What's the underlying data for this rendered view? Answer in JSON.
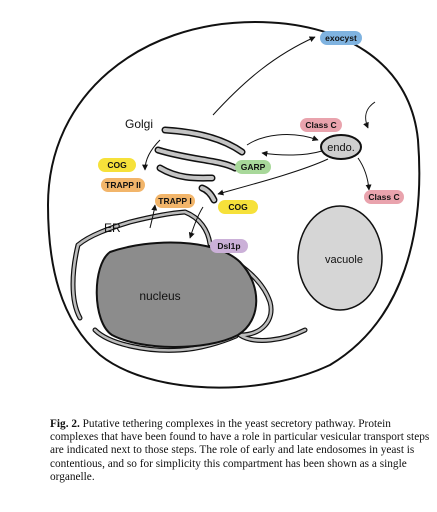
{
  "labels": {
    "golgi": "Golgi",
    "er": "ER",
    "nucleus": "nucleus",
    "vacuole": "vacuole",
    "endo": "endo."
  },
  "complexes": {
    "exocyst": "exocyst",
    "class_c_top": "Class C",
    "class_c_right": "Class C",
    "garp": "GARP",
    "cog_left": "COG",
    "trapp_ii": "TRAPP II",
    "trapp_i": "TRAPP I",
    "cog_mid": "COG",
    "dsl1p": "Dsl1p"
  },
  "colors": {
    "exocyst": "#7fb3e0",
    "class_c": "#e9a3ad",
    "garp": "#a8d89a",
    "cog": "#f6e13a",
    "trapp": "#f2b56a",
    "dsl1p": "#cbb0d8",
    "nucleus": "#8c8c8c",
    "vacuole": "#d6d6d6",
    "membrane": "#b8b8b8"
  },
  "caption": {
    "label": "Fig. 2.",
    "text": " Putative tethering complexes in the yeast secretory pathway. Protein complexes that have been found to have a role in particular vesicular transport steps are indicated next to those steps. The role of early and late endosomes in yeast is contentious, and so for simplicity this compartment has been shown as a single organelle."
  }
}
